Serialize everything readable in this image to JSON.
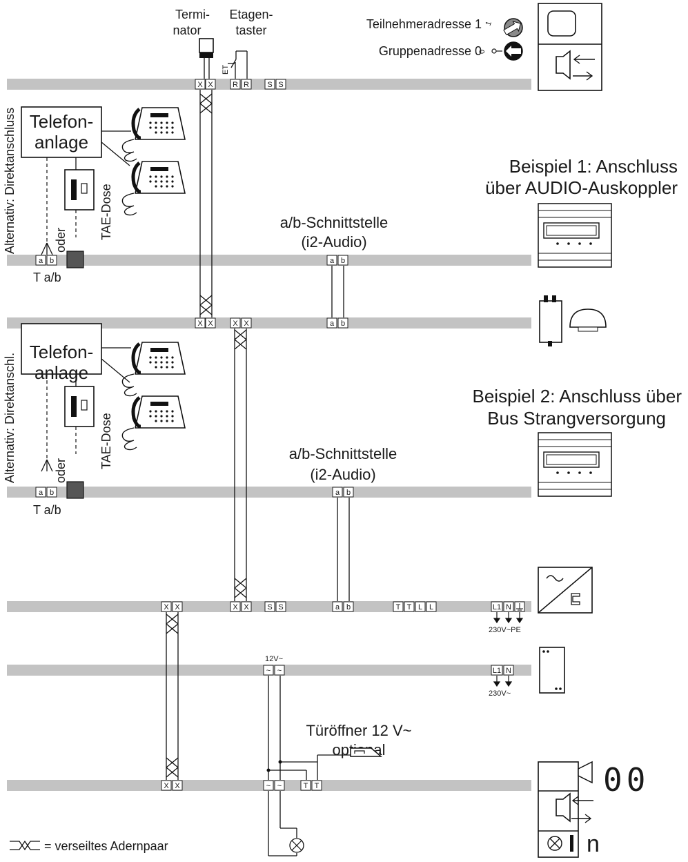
{
  "top": {
    "terminator_line1": "Termi-",
    "terminator_line2": "nator",
    "floor_button_line1": "Etagen-",
    "floor_button_line2": "taster",
    "floor_button_tag": "ET",
    "participant_address": "Teilnehmeradresse 1",
    "participant_digit": "1",
    "group_address": "Gruppenadresse 0",
    "group_digit": "0"
  },
  "telephone": {
    "pbx_line1": "Telefon-",
    "pbx_line2": "anlage",
    "socket": "TAE-Dose",
    "alt_direct_1": "Alternativ: Direktanschluss",
    "alt_direct_2": "Alternativ: Direktanschl.",
    "or": "oder",
    "ta_b": "T a/b"
  },
  "interface": {
    "title": "a/b-Schnittstelle",
    "subtitle": "(i2-Audio)"
  },
  "examples": {
    "ex1_line1": "Beispiel 1: Anschluss",
    "ex1_line2": "über AUDIO-Auskoppler",
    "ex2_line1": "Beispiel 2: Anschluss über",
    "ex2_line2": "Bus Strangversorgung"
  },
  "power": {
    "v12": "12V~",
    "v230_pe": "230V~PE",
    "v230": "230V~"
  },
  "door": {
    "opener_line1": "Türöffner 12 V~",
    "opener_line2": "optional",
    "display": "00",
    "call_symbol": "n"
  },
  "legend": {
    "twisted_pair": "= verseiltes Adernpaar"
  },
  "terminals": {
    "x": "X",
    "r": "R",
    "s": "S",
    "a": "a",
    "b": "b",
    "t": "T",
    "l": "L",
    "l1": "L1",
    "n": "N",
    "tilde": "~"
  }
}
